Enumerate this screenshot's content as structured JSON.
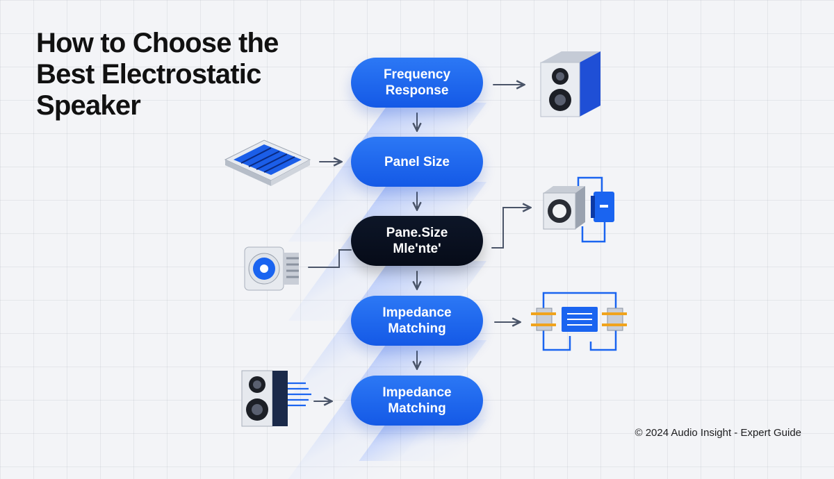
{
  "title": {
    "line1": "How to Choose the",
    "line2": "Best Electrostatic",
    "line3": "Speaker"
  },
  "steps": [
    {
      "line1": "Frequency",
      "line2": "Response"
    },
    {
      "line1": "Panel Size",
      "line2": ""
    },
    {
      "line1": "Pane.Size",
      "line2": "Mle'nte'"
    },
    {
      "line1": "Impedance",
      "line2": "Matching"
    },
    {
      "line1": "Impedance",
      "line2": "Matching"
    }
  ],
  "footer": {
    "copyright": "© 2024 Audio Insight - Expert Guide"
  },
  "colors": {
    "accent": "#1a64f0",
    "dark_node": "#0a1120",
    "text": "#111111",
    "connector": "#4a5468"
  },
  "icons": [
    "speaker-cabinet-icon",
    "electrostatic-panel-icon",
    "speaker-amplifier-icon",
    "circular-driver-icon",
    "circuit-module-icon",
    "dual-woofer-speaker-icon"
  ]
}
